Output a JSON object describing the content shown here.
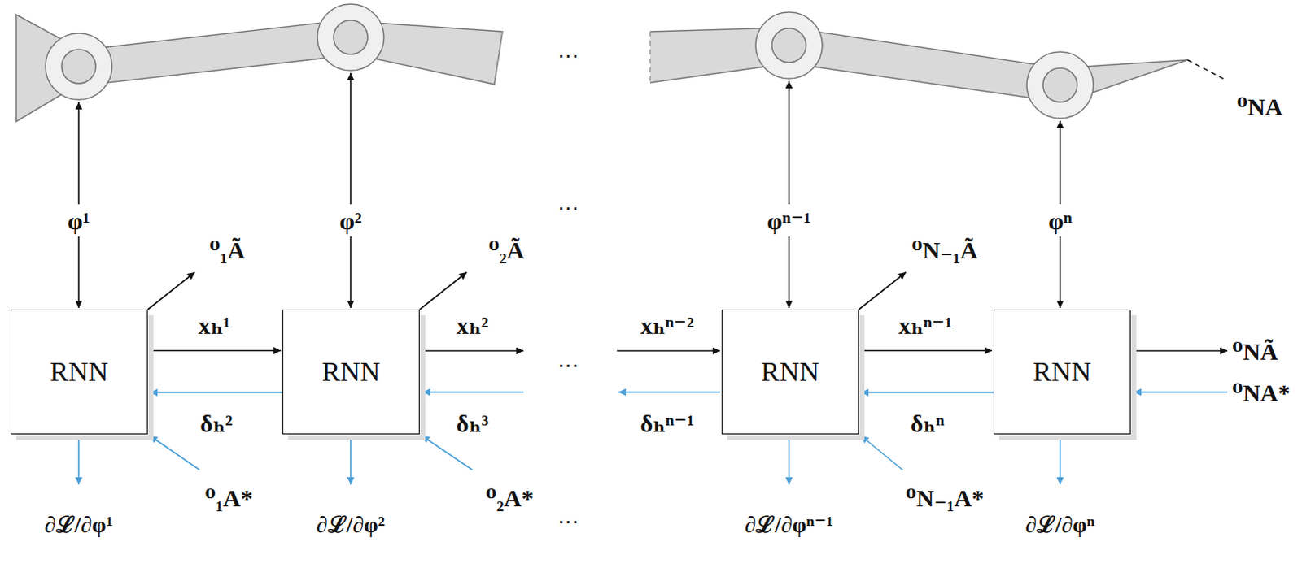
{
  "diagram": {
    "nodes": [
      {
        "text": [
          "RNN"
        ]
      },
      {
        "text": [
          "RNN"
        ]
      },
      {
        "text": [
          "RNN"
        ]
      },
      {
        "text": [
          "RNN"
        ]
      }
    ],
    "edges": [
      {
        "from": 0,
        "to": 1,
        "arrow": "to",
        "label": "xₕ¹"
      },
      {
        "from": 1,
        "to": 0,
        "arrow": "to",
        "label": "δₕ²"
      },
      {
        "from": 2,
        "to": 3,
        "arrow": "to",
        "label": "xₕⁿ⁻¹"
      },
      {
        "from": 3,
        "to": 2,
        "arrow": "to",
        "label": "δₕⁿ"
      }
    ],
    "labels": [
      "⋯",
      "⁰NA",
      "φ¹",
      "φ²",
      "⋯",
      "φⁿ⁻¹",
      "φⁿ",
      "⁰₁Ã",
      "⁰₂Ã",
      "⁰N₋₁Ã",
      "xₕ²",
      "⋯",
      "xₕⁿ⁻²",
      "⁰NÃ",
      "δₕ³",
      "δₕⁿ⁻¹",
      "⁰NA*",
      "∂ℒ/∂φ¹",
      "⁰₁A*",
      "∂ℒ/∂φ²",
      "⁰₂A*",
      "⋯",
      "∂ℒ/∂φⁿ⁻¹",
      "⁰N₋₁A*",
      "∂ℒ/∂φⁿ"
    ]
  }
}
